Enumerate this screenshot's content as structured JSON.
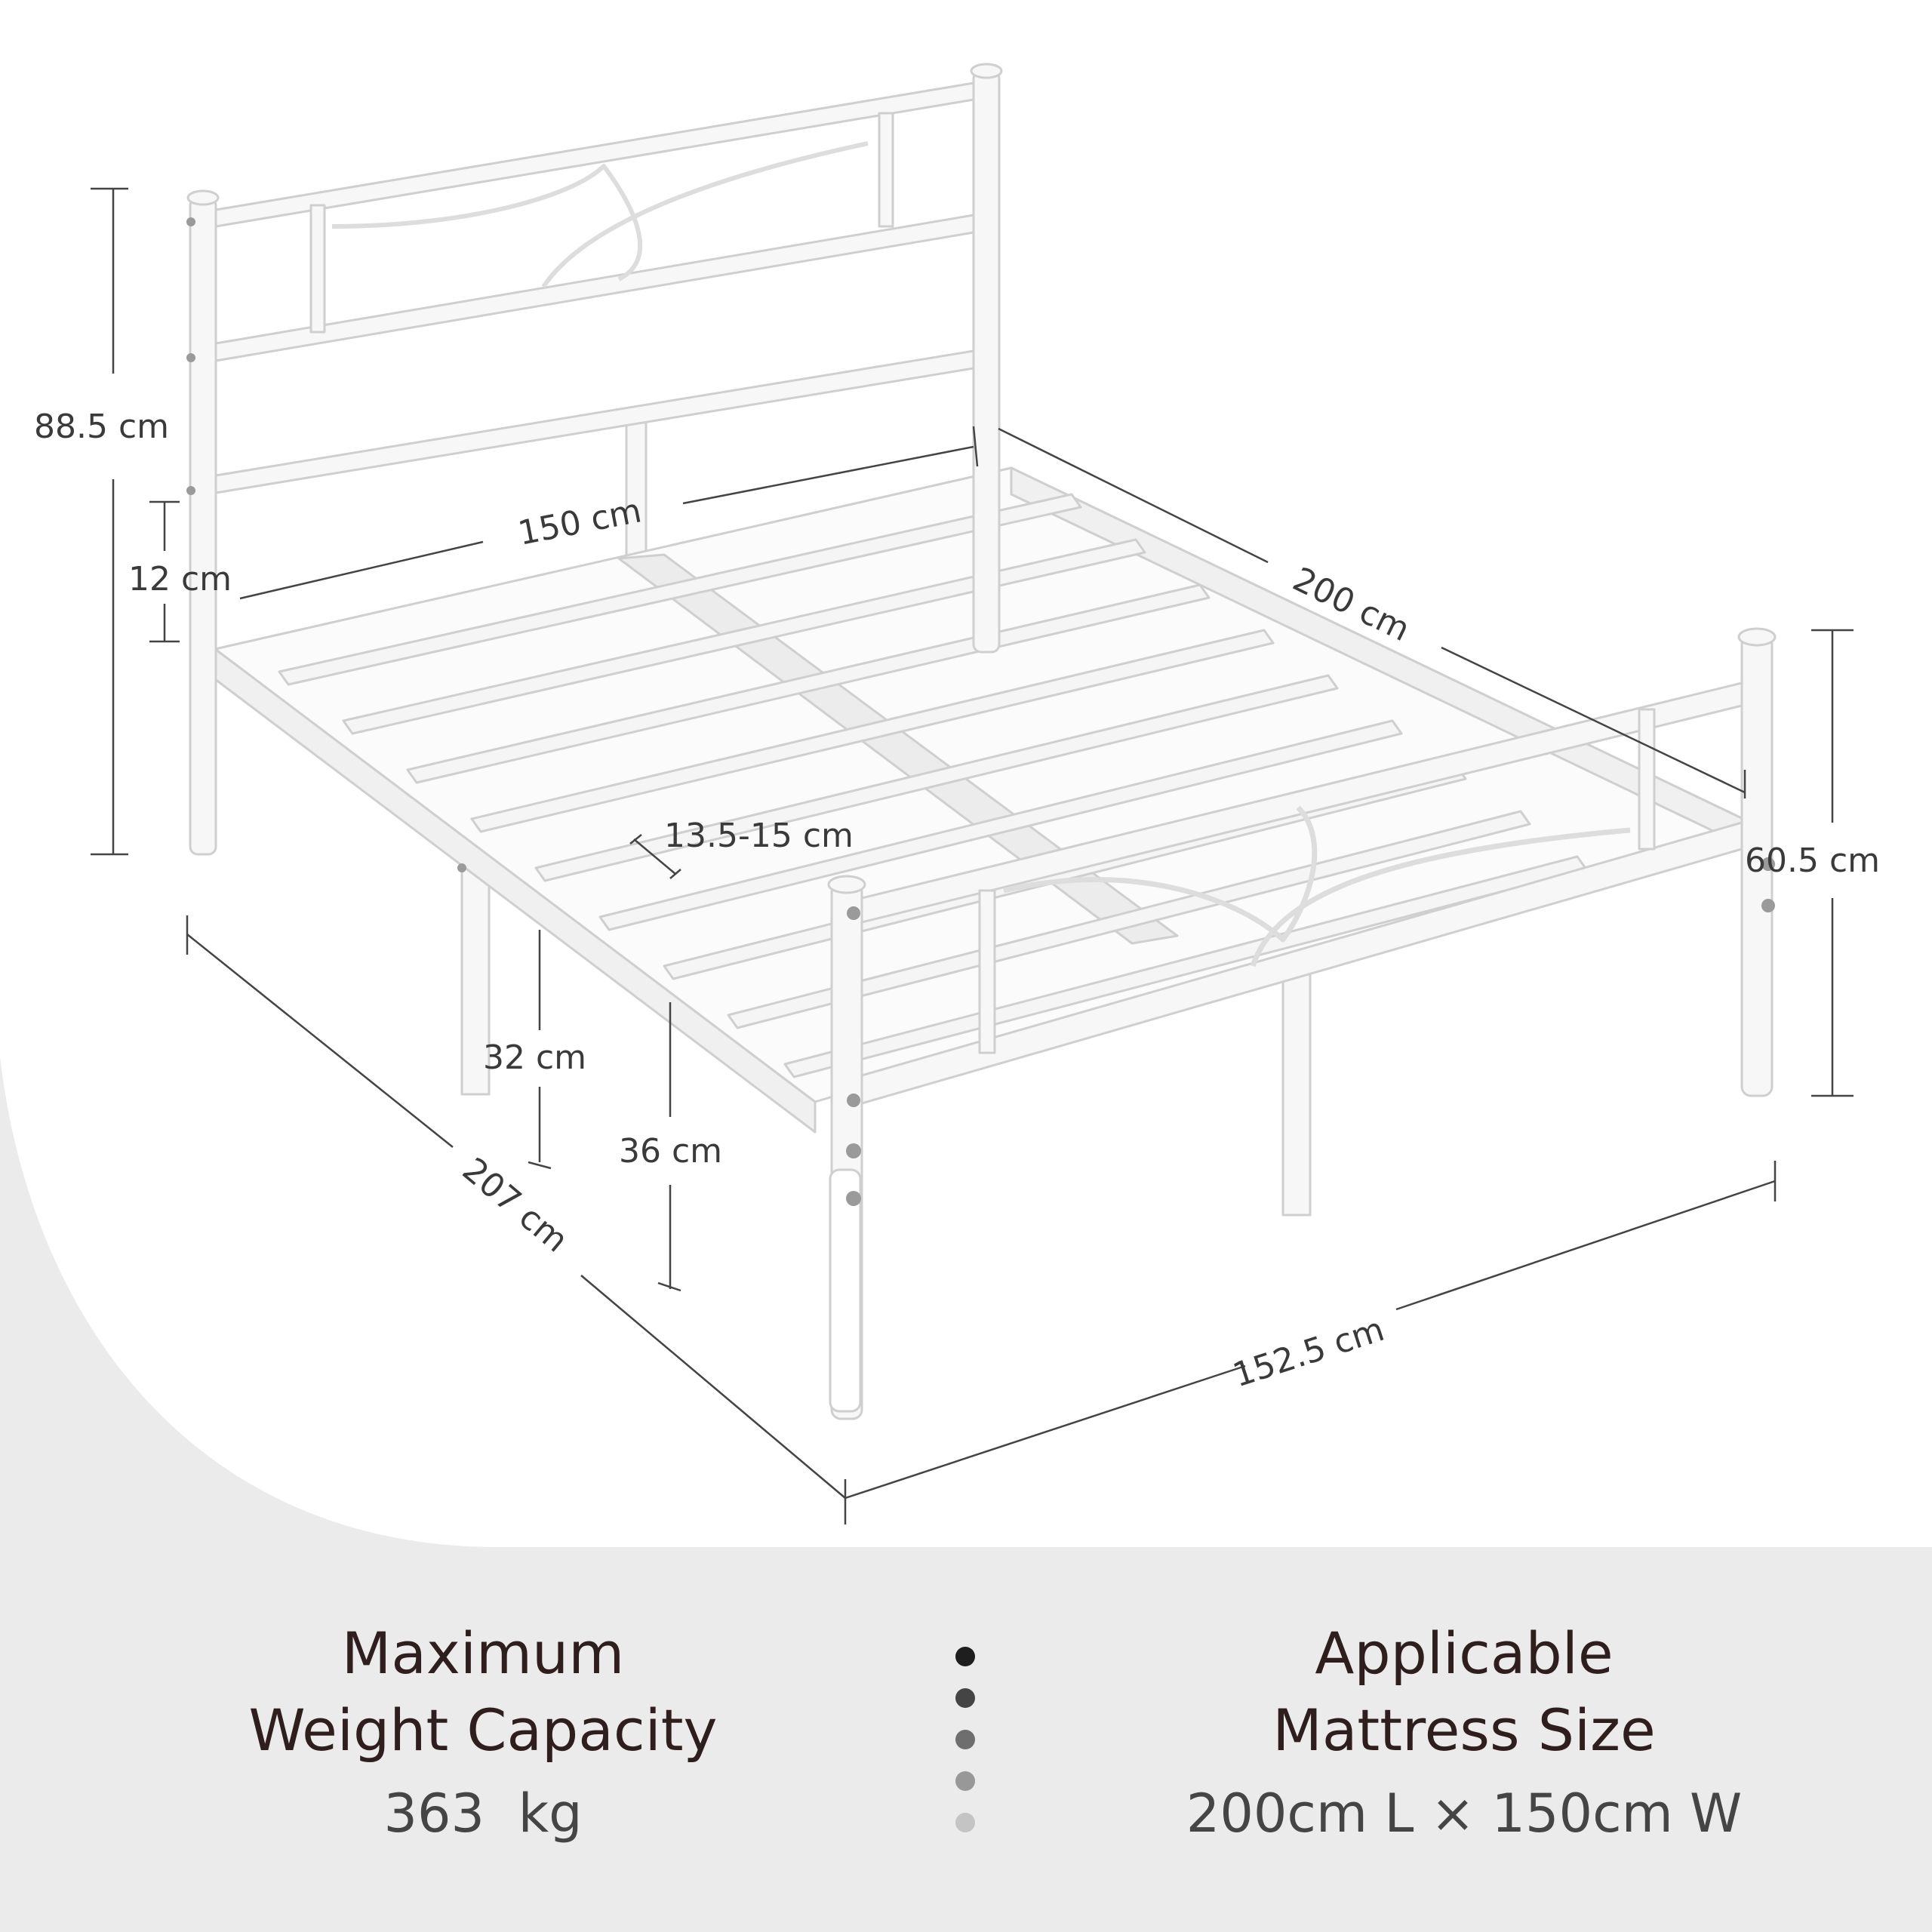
{
  "dimensions": {
    "headboard_height": "88.5 cm",
    "headboard_gap": "12 cm",
    "width": "150 cm",
    "length": "200 cm",
    "footboard_height": "60.5 cm",
    "slat_gap": "13.5-15 cm",
    "clearance": "32 cm",
    "leg_height": "36 cm",
    "total_length": "207 cm",
    "total_width": "152.5 cm"
  },
  "capacity": {
    "heading_line1": "Maximum",
    "heading_line2": "Weight Capacity",
    "value": "363  kg"
  },
  "mattress": {
    "heading_line1": "Applicable",
    "heading_line2": "Mattress Size",
    "value": "200cm L × 150cm W"
  },
  "colors": {
    "background": "#ebebeb",
    "card": "#ffffff",
    "frame": "#f7f7f7",
    "frame_outline": "#cfcfcf",
    "text_dark": "#2e1e1e",
    "dots": [
      "#1e1e1e",
      "#444444",
      "#6e6e6e",
      "#989898",
      "#c4c4c4"
    ]
  }
}
